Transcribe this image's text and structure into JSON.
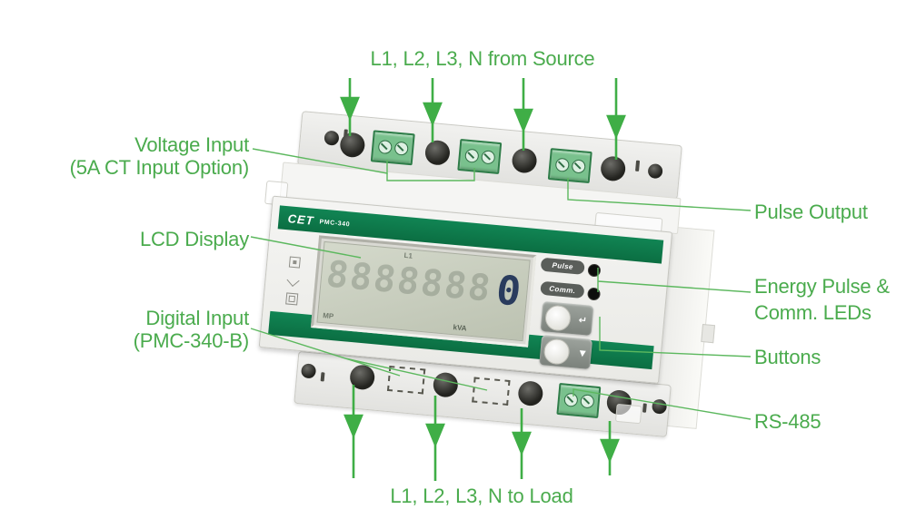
{
  "callouts": {
    "source": "L1, L2, L3, N from Source",
    "load": "L1, L2, L3, N to Load",
    "voltage_input": [
      "Voltage Input",
      "(5A CT Input Option)"
    ],
    "lcd_display": "LCD Display",
    "digital_input": [
      "Digital Input",
      "(PMC-340-B)"
    ],
    "pulse_output": "Pulse Output",
    "energy_pulse_comm_leds": [
      "Energy Pulse &",
      "Comm. LEDs"
    ],
    "buttons": "Buttons",
    "rs485": "RS-485"
  },
  "device": {
    "brand": "CET",
    "model": "PMC-340",
    "led_labels": [
      "Pulse",
      "Comm."
    ],
    "button_symbols": [
      "↵",
      "▼"
    ],
    "lcd": {
      "phase": "L1",
      "ghost_digits": "8888888",
      "value": "0",
      "left_flag": "MP",
      "unit": "kVA"
    }
  },
  "colors": {
    "label_green": "#4aab4d",
    "arrow_green": "#3fae46",
    "band_green": "#0e7c4a",
    "terminal_green": "#79c18d",
    "lcd_background": "#c9cfc0",
    "lcd_digit": "#2a3c5e"
  }
}
